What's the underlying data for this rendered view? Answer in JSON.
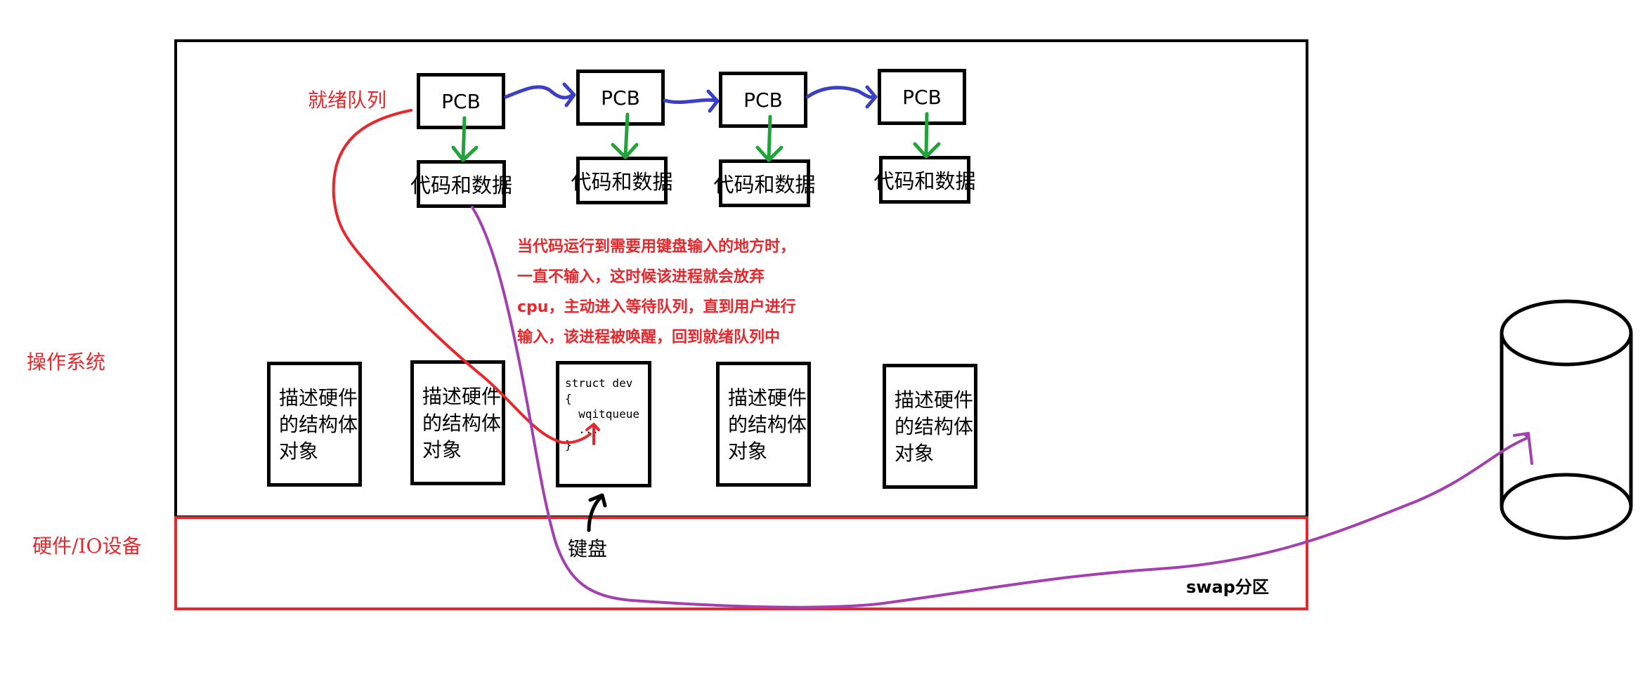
{
  "labels": {
    "ready_queue": "就绪队列",
    "os": "操作系统",
    "hardware": "硬件/IO设备",
    "keyboard": "键盘",
    "swap": "swap分区"
  },
  "pcbs": [
    {
      "label": "PCB",
      "data": "代码和数据"
    },
    {
      "label": "PCB",
      "data": "代码和数据"
    },
    {
      "label": "PCB",
      "data": "代码和数据"
    },
    {
      "label": "PCB",
      "data": "代码和数据"
    }
  ],
  "devices": {
    "d1": [
      "描述硬件",
      "的结构体",
      "对象"
    ],
    "d2": [
      "描述硬件",
      "的结构体",
      "对象"
    ],
    "d4": [
      "描述硬件",
      "的结构体",
      "对象"
    ],
    "d5": [
      "描述硬件",
      "的结构体",
      "对象"
    ],
    "struct": [
      "struct dev",
      "{",
      "  wqitqueue",
      "  ...",
      "}"
    ]
  },
  "note": [
    "当代码运行到需要用键盘输入的地方时，",
    "一直不输入，这时候该进程就会放弃",
    "cpu，主动进入等待队列，直到用户进行",
    "输入，该进程被唤醒，回到就绪队列中"
  ],
  "colors": {
    "frame": "#000000",
    "hardware_frame": "#e8262b",
    "label_red": "#e8262b",
    "queue_arrow": "#3a3fc4",
    "data_arrow": "#1fa43a",
    "wait_arrow": "#e8262b",
    "swap_arrow": "#a43fb0"
  }
}
